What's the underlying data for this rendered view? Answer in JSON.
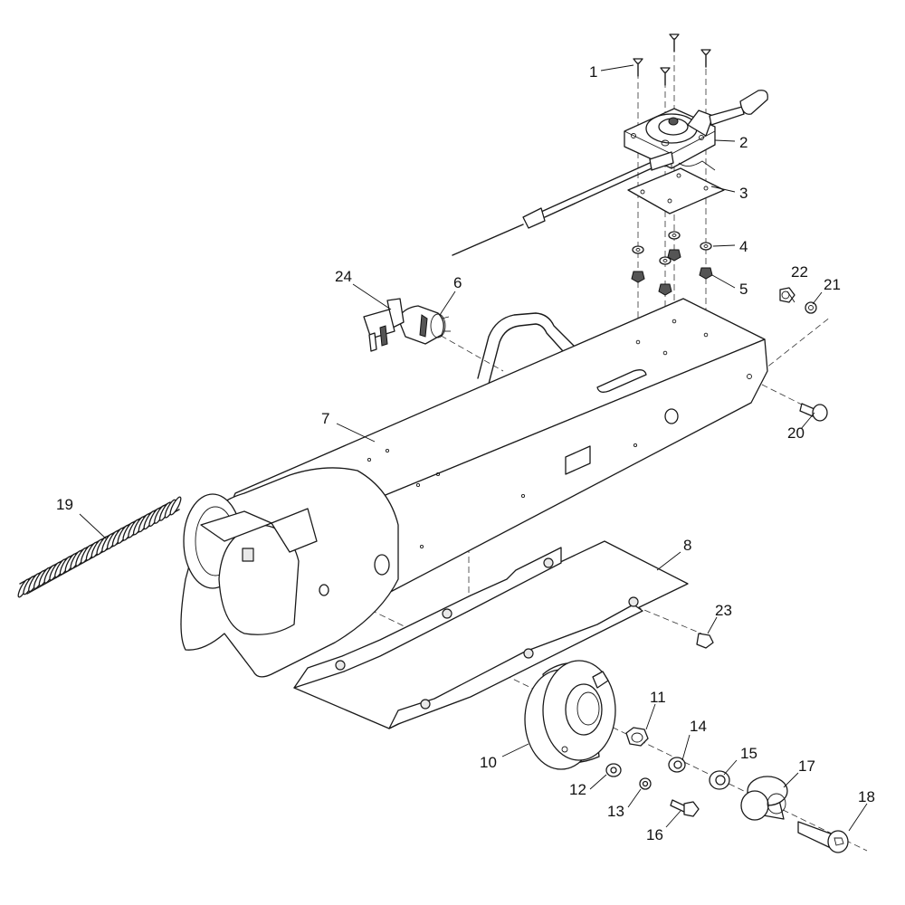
{
  "callouts": {
    "c1": "1",
    "c2": "2",
    "c3": "3",
    "c4": "4",
    "c5": "5",
    "c6": "6",
    "c7": "7",
    "c8": "8",
    "c10": "10",
    "c11": "11",
    "c12": "12",
    "c13": "13",
    "c14": "14",
    "c15": "15",
    "c16": "16",
    "c17": "17",
    "c18": "18",
    "c19": "19",
    "c20": "20",
    "c21": "21",
    "c22": "22",
    "c23": "23",
    "c24": "24"
  }
}
